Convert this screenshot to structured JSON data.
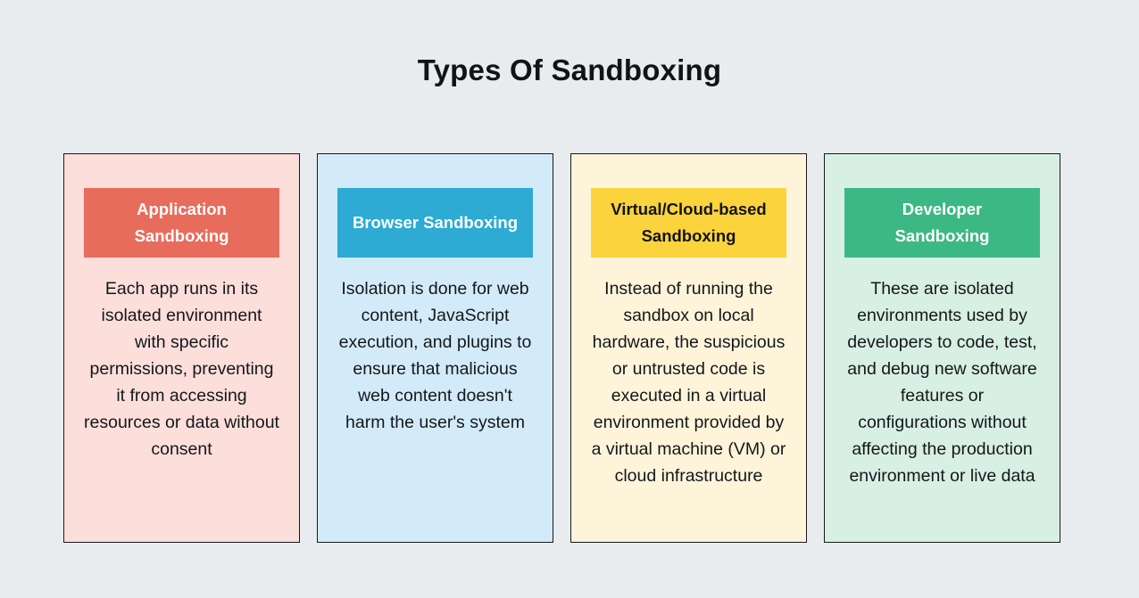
{
  "page": {
    "title": "Types Of Sandboxing",
    "background_color": "#e9ecee",
    "title_color": "#111417"
  },
  "cards": [
    {
      "name": "application-sandboxing",
      "heading": "Application Sandboxing",
      "body": "Each app runs in its isolated environment with specific permissions, preventing it from accessing resources or data without consent",
      "card_background": "#fcdedb",
      "header_background": "#e86c5c",
      "header_text_color": "#ffffff",
      "border_color": "#17191c"
    },
    {
      "name": "browser-sandboxing",
      "heading": "Browser Sandboxing",
      "body": "Isolation is done for web content, JavaScript execution, and plugins to ensure that malicious web content doesn't harm the user's system",
      "card_background": "#d3ebf9",
      "header_background": "#2dabd4",
      "header_text_color": "#ffffff",
      "border_color": "#17191c"
    },
    {
      "name": "virtual-cloud-based-sandboxing",
      "heading": "Virtual/Cloud-based Sandboxing",
      "body": "Instead of running the sandbox on local hardware, the suspicious or untrusted code is executed in a virtual environment provided by a virtual machine (VM) or cloud infrastructure",
      "card_background": "#fdf4da",
      "header_background": "#fbd33d",
      "header_text_color": "#111417",
      "border_color": "#17191c"
    },
    {
      "name": "developer-sandboxing",
      "heading": "Developer Sandboxing",
      "body": "These are isolated environments used by developers to code, test, and debug new software features or configurations without affecting the production environment or live data",
      "card_background": "#d8efe4",
      "header_background": "#3cb885",
      "header_text_color": "#ffffff",
      "border_color": "#17191c"
    }
  ]
}
